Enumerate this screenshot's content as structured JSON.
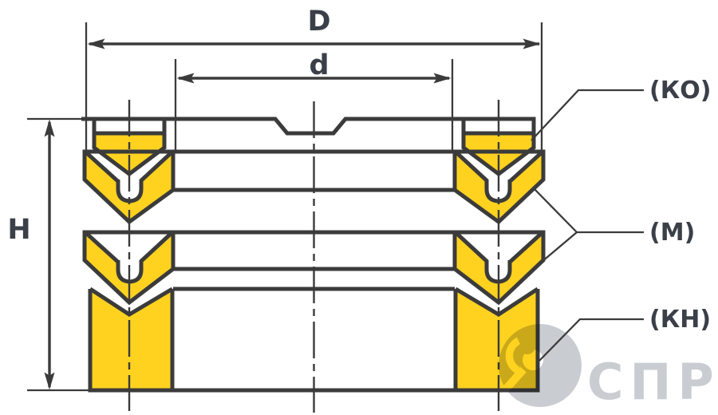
{
  "diagram": {
    "dimension_labels": {
      "outer_diameter": "D",
      "inner_diameter": "d",
      "height": "H"
    },
    "part_labels": {
      "top_ring": "(КО)",
      "seal": "(М)",
      "bottom_ring": "(КН)"
    },
    "watermark": {
      "text": "СПР"
    },
    "colors": {
      "seal_fill": "#FFD21F",
      "outline": "#3B3B3B",
      "label": "#3A3F48",
      "watermark": "#C9CDD2"
    }
  }
}
